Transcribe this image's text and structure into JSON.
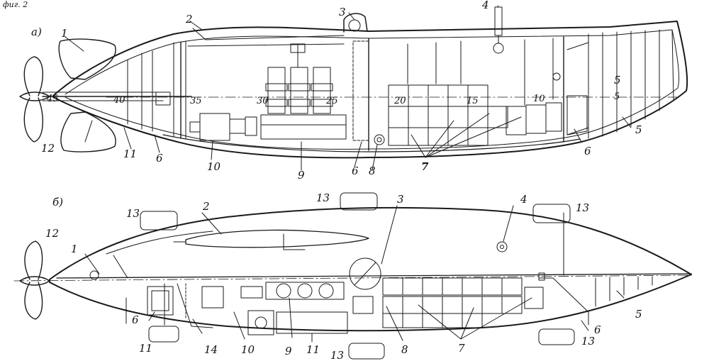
{
  "header_text": "фиг. 2",
  "views": [
    {
      "id": "a",
      "label": "а)",
      "parts": {
        "p1": "1",
        "p2": "2",
        "p3": "3",
        "p4": "4",
        "p5a": "5",
        "p5b": "5",
        "p6a": "6",
        "p6b": "6",
        "p6c": "6",
        "p7": "7",
        "p8": "8",
        "p9": "9",
        "p10": "10",
        "p11": "11",
        "p12": "12"
      },
      "scale_marks": [
        "45",
        "40",
        "35",
        "30",
        "25",
        "20",
        "15",
        "10",
        "5"
      ]
    },
    {
      "id": "b",
      "label": "б)",
      "parts": {
        "p1": "1",
        "p2": "2",
        "p3": "3",
        "p4": "4",
        "p5": "5",
        "p6a": "6",
        "p6b": "6",
        "p7": "7",
        "p8": "8",
        "p9": "9",
        "p10": "10",
        "p11a": "11",
        "p11b": "11",
        "p12": "12",
        "p13a": "13",
        "p13b": "13",
        "p13c": "13",
        "p13d": "13",
        "p13e": "13",
        "p14": "14"
      }
    }
  ]
}
